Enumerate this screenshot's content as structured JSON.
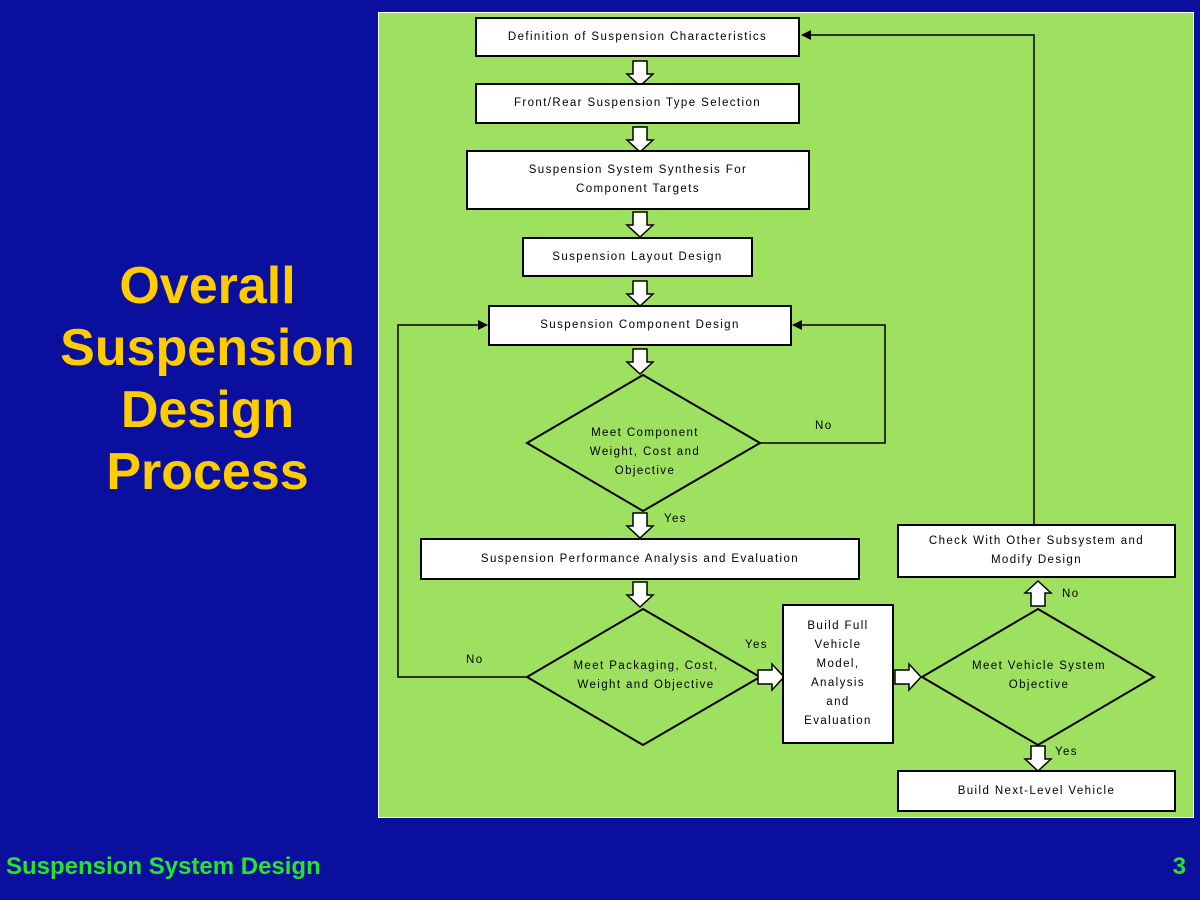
{
  "slide": {
    "title_lines": [
      "Overall",
      "Suspension",
      "Design",
      "Process"
    ],
    "footer_left": "Suspension System Design",
    "page_number": "3"
  },
  "flowchart": {
    "boxes": {
      "definition": "Definition of Suspension Characteristics",
      "type_selection": "Front/Rear Suspension Type Selection",
      "synthesis": "Suspension System Synthesis For Component Targets",
      "layout": "Suspension Layout Design",
      "component_design": "Suspension Component Design",
      "performance_analysis": "Suspension Performance Analysis and Evaluation",
      "full_vehicle": "Build Full Vehicle Model, Analysis and Evaluation",
      "check_other": "Check With Other Subsystem and Modify Design",
      "next_level": "Build Next-Level Vehicle"
    },
    "decisions": {
      "component_objective": "Meet Component Weight, Cost and Objective",
      "packaging_objective": "Meet Packaging, Cost, Weight and Objective",
      "vehicle_objective": "Meet Vehicle System Objective"
    },
    "labels": {
      "no_component": "No",
      "yes_component": "Yes",
      "no_packaging": "No",
      "yes_packaging": "Yes",
      "no_vehicle": "No",
      "yes_vehicle": "Yes"
    }
  }
}
